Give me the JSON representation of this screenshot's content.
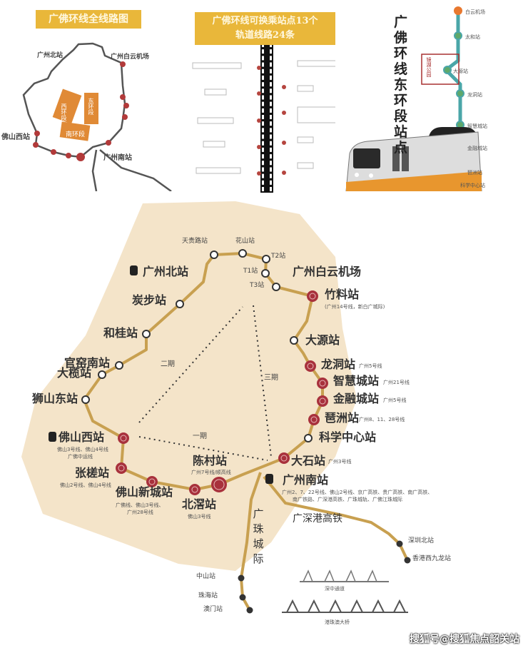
{
  "top_left": {
    "title": "广佛环线全线路图",
    "stations": [
      "天贵路站",
      "花山站",
      "T2站",
      "T1站",
      "T3站",
      "广州北站",
      "广州白云机场",
      "竹料站",
      "炭步站",
      "和桂站",
      "大源站",
      "官窑南站",
      "大榄站",
      "龙洞站",
      "智慧城站",
      "金融城站",
      "狮山东站",
      "琶洲站",
      "科学中心站",
      "佛山西站",
      "大石站",
      "张槎站",
      "陈村站",
      "佛山新城站",
      "北滘站",
      "广州南站"
    ],
    "segments": [
      "西环段",
      "东环段",
      "南环段"
    ]
  },
  "top_middle": {
    "title_line1": "广佛环线可换乘站点13个",
    "title_line2": "轨道线路24条"
  },
  "top_right": {
    "title": "广佛环线东环段站点",
    "highlight_label": "镜湖公园",
    "stations": [
      "白云机场",
      "太和站",
      "大源站",
      "龙洞站",
      "智慧城站",
      "金融城站",
      "琶洲站",
      "科学中心站"
    ]
  },
  "main_map": {
    "stations": [
      {
        "name": "天贵路站"
      },
      {
        "name": "花山站"
      },
      {
        "name": "T2站"
      },
      {
        "name": "T1站"
      },
      {
        "name": "T3站"
      },
      {
        "name": "广州北站"
      },
      {
        "name": "广州白云机场"
      },
      {
        "name": "竹料站",
        "sub": "(广州14号线，新白广城际)"
      },
      {
        "name": "炭步站"
      },
      {
        "name": "大源站"
      },
      {
        "name": "和桂站"
      },
      {
        "name": "龙洞站",
        "sub": "广州5号线"
      },
      {
        "name": "官窑南站"
      },
      {
        "name": "大榄站"
      },
      {
        "name": "智慧城站",
        "sub": "广州21号线"
      },
      {
        "name": "金融城站",
        "sub": "广州5号线"
      },
      {
        "name": "狮山东站"
      },
      {
        "name": "琶洲站",
        "sub": "广州8、11、28号线"
      },
      {
        "name": "科学中心站"
      },
      {
        "name": "佛山西站",
        "sub": "佛山3号线、佛山4号线",
        "sub2": "广佛中运线"
      },
      {
        "name": "大石站",
        "sub": "广州3号线"
      },
      {
        "name": "广州南站",
        "sub": "广州2、7、22号线、佛山2号线、京广高铁、贵广高铁、南广高铁、",
        "sub2": "南广铁路、广深港高铁、广珠城轨、广佛江珠城际"
      },
      {
        "name": "张槎站",
        "sub": "佛山2号线、佛山4号线"
      },
      {
        "name": "陈村站",
        "sub": "广州7号线/顺高线"
      },
      {
        "name": "佛山新城站",
        "sub": "广佛线、佛山3号线、",
        "sub2": "广州28号线"
      },
      {
        "name": "北滘站",
        "sub": "佛山3号线"
      },
      {
        "name": "深圳北站"
      },
      {
        "name": "香港西九龙站"
      },
      {
        "name": "中山站"
      },
      {
        "name": "珠海站"
      },
      {
        "name": "澳门站"
      }
    ],
    "phases": [
      "一期",
      "二期",
      "三期"
    ],
    "lines": [
      "广深港高铁",
      "广珠城际"
    ],
    "bridges": [
      "深中通道",
      "港珠澳大桥"
    ]
  },
  "watermark": "搜狐号@搜狐焦点韶关站",
  "colors": {
    "route": "#c8a050",
    "interchange": "#a8313c",
    "land": "#f2dfbf",
    "accent": "#e9b73a",
    "teal": "#4aa6a8"
  }
}
